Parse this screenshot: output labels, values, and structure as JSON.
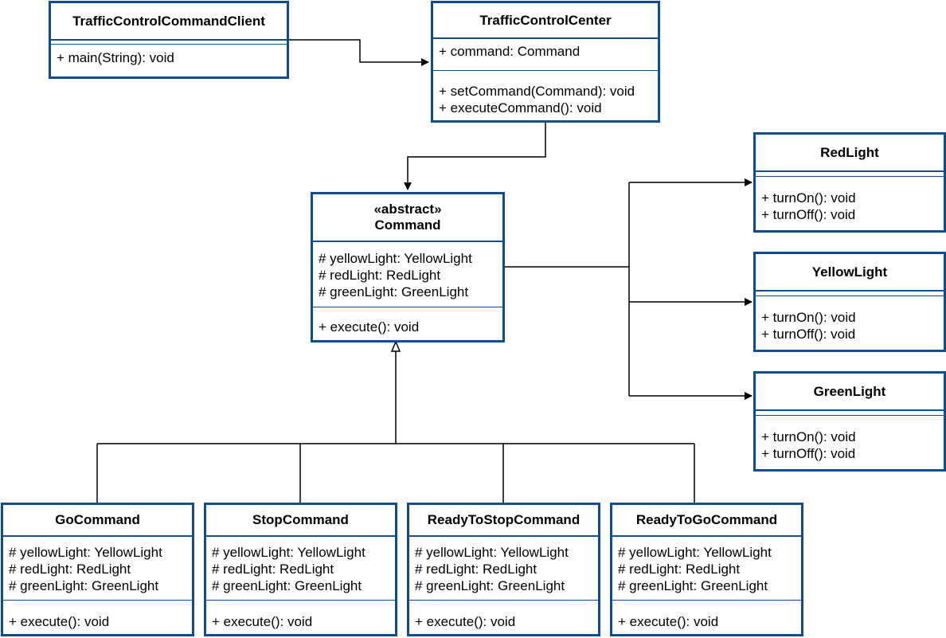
{
  "colors": {
    "border": "#0f4c96",
    "line": "#000000",
    "background": "#ffffff"
  },
  "classes": {
    "client": {
      "name": "TrafficControlCommandClient",
      "attributes": [],
      "operations": [
        "+ main(String): void"
      ]
    },
    "center": {
      "name": "TrafficControlCenter",
      "attributes": [
        "+ command: Command"
      ],
      "operations": [
        "+ setCommand(Command): void",
        "+ executeCommand(): void"
      ]
    },
    "command": {
      "stereotype": "«abstract»",
      "name": "Command",
      "attributes": [
        "# yellowLight: YellowLight",
        "# redLight: RedLight",
        "# greenLight: GreenLight"
      ],
      "operations": [
        "+ execute(): void"
      ]
    },
    "red": {
      "name": "RedLight",
      "attributes": [],
      "operations": [
        "+ turnOn(): void",
        "+ turnOff(): void"
      ]
    },
    "yellow": {
      "name": "YellowLight",
      "attributes": [],
      "operations": [
        "+ turnOn(): void",
        "+ turnOff(): void"
      ]
    },
    "green": {
      "name": "GreenLight",
      "attributes": [],
      "operations": [
        "+ turnOn(): void",
        "+ turnOff(): void"
      ]
    },
    "go": {
      "name": "GoCommand",
      "attributes": [
        "# yellowLight: YellowLight",
        "# redLight: RedLight",
        "# greenLight: GreenLight"
      ],
      "operations": [
        "+ execute(): void"
      ]
    },
    "stop": {
      "name": "StopCommand",
      "attributes": [
        "# yellowLight: YellowLight",
        "# redLight: RedLight",
        "# greenLight: GreenLight"
      ],
      "operations": [
        "+ execute(): void"
      ]
    },
    "readyStop": {
      "name": "ReadyToStopCommand",
      "attributes": [
        "# yellowLight: YellowLight",
        "# redLight: RedLight",
        "# greenLight: GreenLight"
      ],
      "operations": [
        "+ execute(): void"
      ]
    },
    "readyGo": {
      "name": "ReadyToGoCommand",
      "attributes": [
        "# yellowLight: YellowLight",
        "# redLight: RedLight",
        "# greenLight: GreenLight"
      ],
      "operations": [
        "+ execute(): void"
      ]
    }
  }
}
